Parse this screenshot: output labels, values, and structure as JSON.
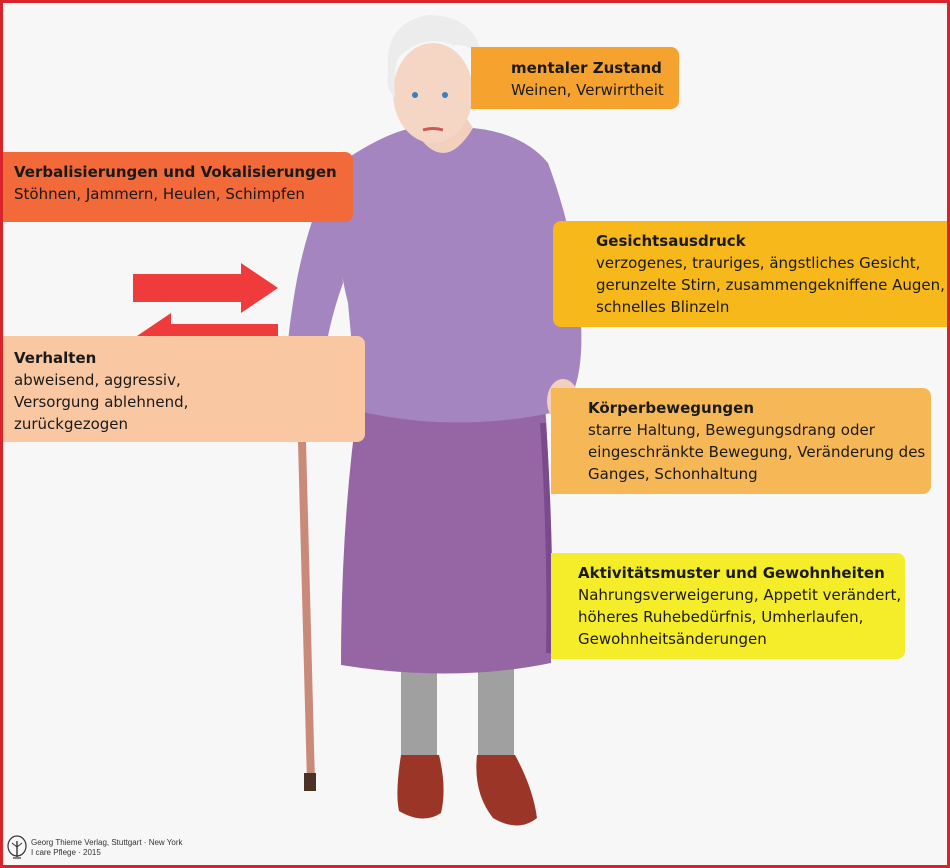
{
  "boxes": {
    "mental": {
      "title": "mentaler Zustand",
      "desc": [
        "Weinen, Verwirrtheit"
      ],
      "color": "#f5a32e"
    },
    "verbal": {
      "title": "Verbalisierungen und Vokalisierungen",
      "desc": [
        "Stöhnen, Jammern, Heulen, Schimpfen"
      ],
      "color": "#f2693a"
    },
    "face": {
      "title": "Gesichtsausdruck",
      "desc": [
        "verzogenes, trauriges, ängstliches Gesicht,",
        "gerunzelte Stirn, zusammengekniffene Augen,",
        "schnelles Blinzeln"
      ],
      "color": "#f6b81b"
    },
    "behavior": {
      "title": "Verhalten",
      "desc": [
        "abweisend, aggressiv,",
        "Versorgung ablehnend,",
        "zurückgezogen"
      ],
      "color": "#f9c8a3"
    },
    "body": {
      "title": "Körperbewegungen",
      "desc": [
        "starre Haltung, Bewegungsdrang oder",
        "eingeschränkte Bewegung, Veränderung des",
        "Ganges, Schonhaltung"
      ],
      "color": "#f6b857"
    },
    "activity": {
      "title": "Aktivitätsmuster und Gewohnheiten",
      "desc": [
        "Nahrungsverweigerung, Appetit verändert,",
        "höheres Ruhebedürfnis, Umherlaufen,",
        "Gewohnheitsänderungen"
      ],
      "color": "#f5ec2a"
    }
  },
  "arrows": {
    "color": "#ef3b3b"
  },
  "footer": {
    "publisher": "Georg Thieme Verlag, Stuttgart · New York",
    "book": "I care Pflege · 2015"
  },
  "icons": {
    "footer_logo": "tree-logo-icon"
  }
}
